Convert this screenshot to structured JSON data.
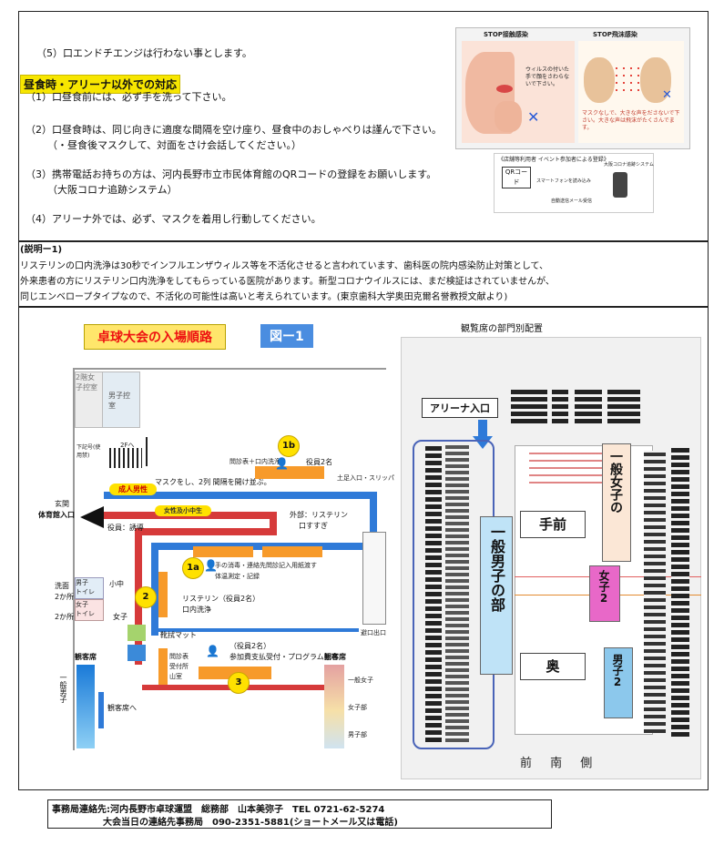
{
  "top": {
    "item5": "（5）口エンドチエンジは行わない事とします。",
    "section_title": "昼食時・アリーナ以外での対応",
    "item1": "（1）口昼食前には、必ず手を洗って下さい。",
    "item2": "（2）口昼食時は、同じ向きに適度な間隔を空け座り、昼食中のおしゃべりは謹んで下さい。",
    "item2b": "（・昼食後マスクして、対面をさけ会話してください。）",
    "item3": "（3）携帯電話お持ちの方は、河内長野市立市民体育館のQRコードの登録をお願いします。",
    "item3b": "（大阪コロナ追跡システム）",
    "item4": "（4）アリーナ外では、必ず、マスクを着用し行動してください。"
  },
  "poster": {
    "left_title": "STOP接触感染",
    "right_title": "STOP飛沫感染",
    "left_caption": "ウィルスの付いた手で顔をさわらないで下さい。",
    "right_caption": "マスクなしで、大きな声をださないで下さい。大きな声は飛沫がたくさんでます。"
  },
  "qr": {
    "title": "《店舗等利用者 イベント参加者による登録》",
    "qr_label": "QRコード",
    "side_label": "大阪コロナ追跡システム",
    "step1": "スマートフォンを読み込み",
    "step2": "自動送信メール受信"
  },
  "explain": {
    "heading": "(説明ー1)",
    "line1": "リステリンの口内洗浄は30秒でインフルエンザウィルス等を不活化させると言われています、歯科医の院内感染防止対策として、",
    "line2": "外来患者の方にリステリン口内洗浄をしてもらっている医院があります。新型コロナウイルスには、まだ検証はされていませんが、",
    "line3": "同じエンベロープタイプなので、不活化の可能性は高いと考えられています。(東京歯科大学奥田克爾名誉教授文献より)"
  },
  "diagram": {
    "title": "卓球大会の入場順路",
    "fig_label": "図ー1",
    "room_2f_a": "2階女子控室",
    "room_2f_b": "男子控室",
    "to_2f": "2Fへ",
    "stairs_label": "下記号(使用禁)",
    "entrance": "玄関",
    "entrance2": "体育館入口",
    "adult_male": "成人男性",
    "women_kids": "女性及小中生",
    "mask_note": "マスクをし、2列 間隔を開け並ぶ。",
    "staff_note": "役員：誘導",
    "station_1b_desc": "問診表＋口内洗浄",
    "staff_1b": "役員2名",
    "station_1a_desc": "手の消毒・連絡先問診記入用紙渡す",
    "station_1a_desc2": "体温測定・記録",
    "outside_note": "外部：リステリン",
    "outside_note2": "口すすぎ",
    "listerine": "リステリン（役員2名）",
    "listerine2": "口内洗浄",
    "mat": "靴拭マット",
    "sink": "洗面",
    "sink2": "2か所",
    "toilet_m": "男子",
    "toilet_m2": "トイレ",
    "toilet_f": "女子",
    "toilet_f2": "トイレ",
    "elem_mid": "小中",
    "women": "女子",
    "staff3": "（役員2名）",
    "station3_desc": "参加費支払受付・プログラム配布",
    "reception": "問診表",
    "reception2": "受付所",
    "reception3": "山室",
    "viewer_seat_l": "観客席",
    "viewer_seat_r": "観客席",
    "men_general": "一般男子",
    "viewer_to": "観客席へ",
    "women_seat": "一般女子",
    "girls_seat": "女子部",
    "boys_seat": "男子部",
    "slipper": "土足入口・スリッパ",
    "exit_note": "避口出口",
    "c1b": "1b",
    "c1a": "1a",
    "c2": "2",
    "c3": "3"
  },
  "seating": {
    "title": "観覧席の部門別配置",
    "arena_entrance": "アリーナ入口",
    "front": "手前",
    "back": "奥",
    "men_general": "一般男子の部",
    "women_general": "一般女子の",
    "women2": "女子2",
    "men2": "男子2",
    "bottom_text": "前 南 側"
  },
  "footer": {
    "line1": "事務局連絡先:河内長野市卓球運盟　総務部　山本美弥子　TEL 0721-62-5274",
    "line2": "大会当日の連絡先事務局　090-2351-5881(ショートメール又は電話)"
  }
}
